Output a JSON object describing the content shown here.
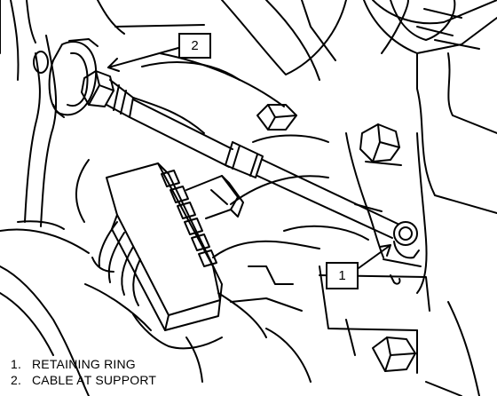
{
  "diagram": {
    "callouts": [
      {
        "label": "2"
      },
      {
        "label": "1"
      }
    ],
    "legend": [
      {
        "num": "1.",
        "text": "RETAINING RING"
      },
      {
        "num": "2.",
        "text": "CABLE AT SUPPORT"
      }
    ]
  }
}
